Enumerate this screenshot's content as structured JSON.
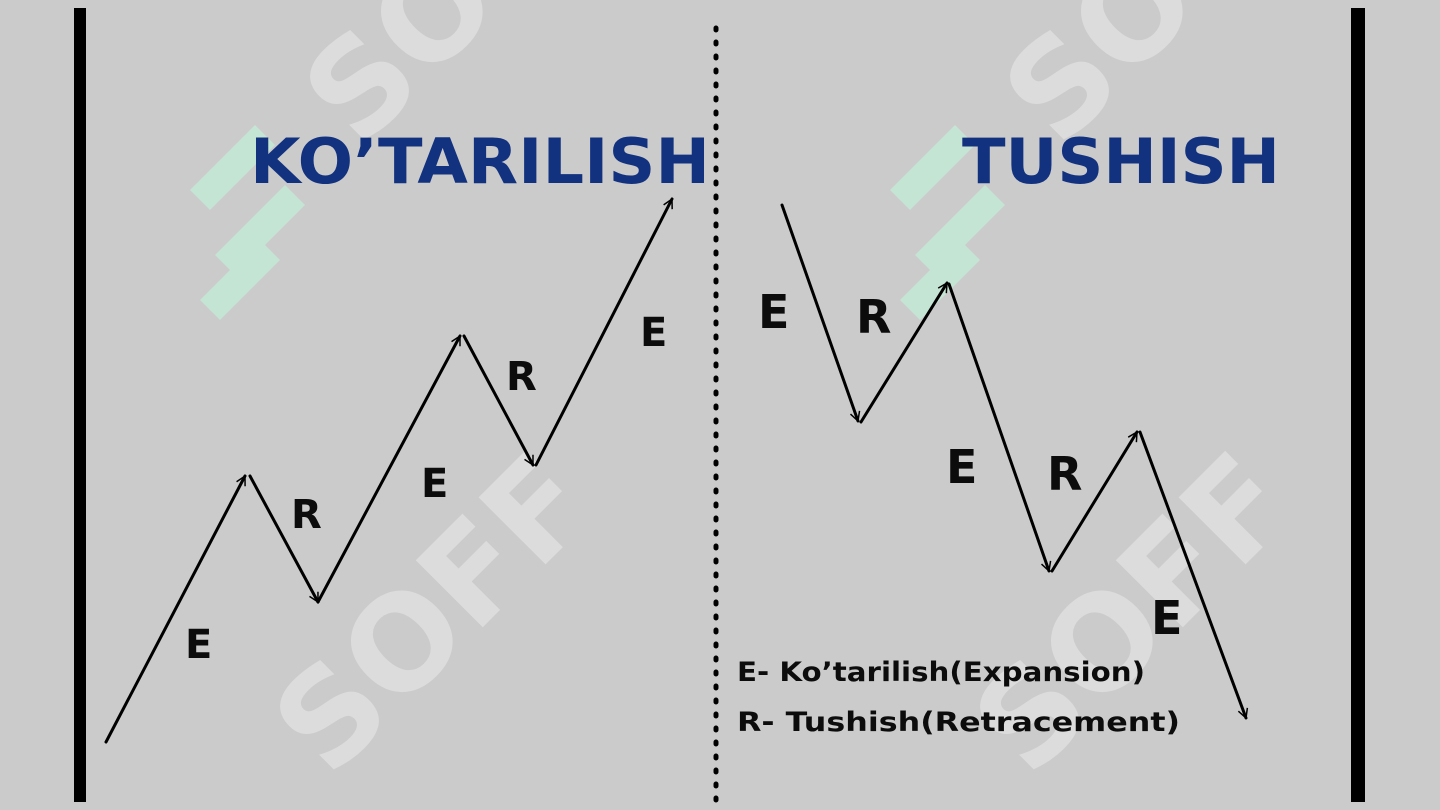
{
  "titles": {
    "left": "KO’TARILISH",
    "right": "TUSHISH"
  },
  "wave_labels": {
    "left": [
      "E",
      "R",
      "E",
      "R",
      "E"
    ],
    "right": [
      "E",
      "R",
      "E",
      "R",
      "E"
    ]
  },
  "legend": {
    "line1": "E- Ko’tarilish(Expansion)",
    "line2": "R- Tushish(Retracement)"
  },
  "watermark": {
    "text": "SOFF"
  },
  "colors": {
    "background": "#cbcbcb",
    "title": "#12327f",
    "arrows": "#000000",
    "watermark_logo": "#c5e8d6"
  }
}
